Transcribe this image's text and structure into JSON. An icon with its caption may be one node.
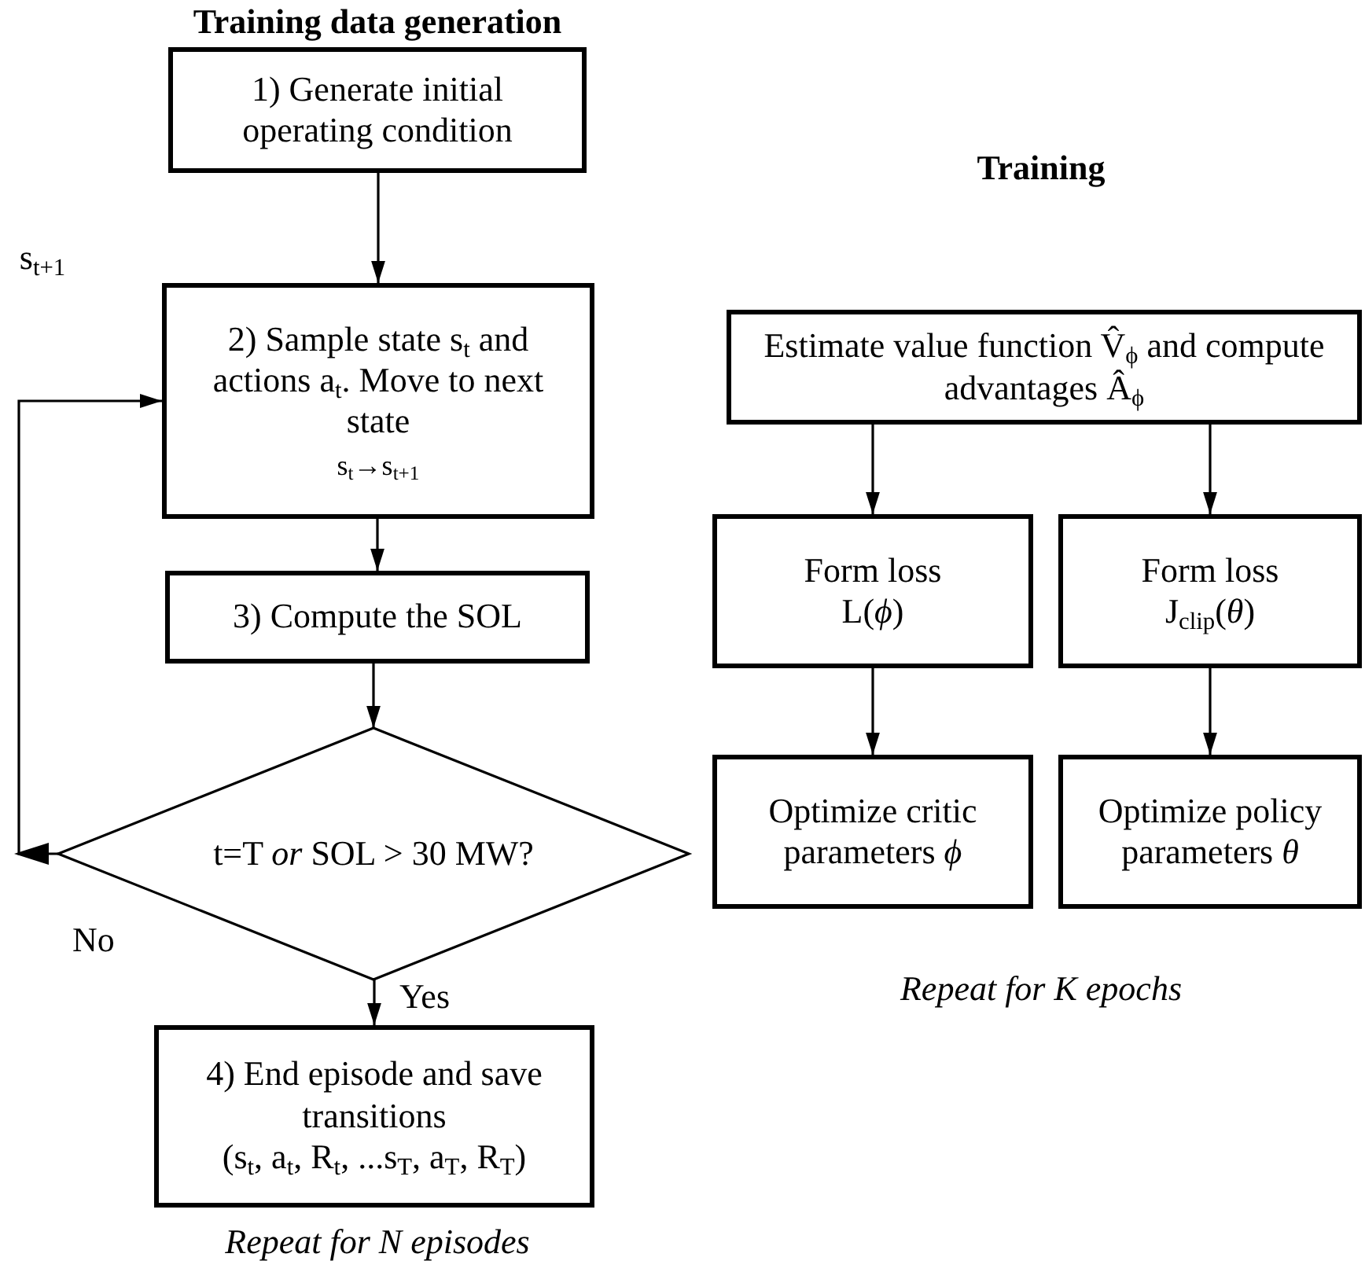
{
  "diagram": {
    "nodes": [
      {
        "text": [
          "1) Generate initial operating condition"
        ]
      },
      {
        "text": [
          "2) Sample state s$_{t}$ and actions a$_{t}$. Move to next state",
          "s$_{t}$→s$_{t+1}$"
        ]
      },
      {
        "text": [
          "3) Compute the SOL"
        ]
      },
      {
        "text": [
          "t=T *or* SOL > 30 MW?"
        ]
      },
      {
        "text": [
          "4) End episode and save transitions",
          "(s$_{t}$, a$_{t}$, R$_{t}$, ...s$_{T}$, a$_{T}$, R$_{T}$)"
        ]
      },
      {
        "text": [
          "Estimate value function V̂$_{ϕ}$ and compute advantages Â$_{ϕ}$"
        ]
      },
      {
        "text": [
          "Form loss L(*ϕ*)"
        ]
      },
      {
        "text": [
          "Form loss J$_{clip}$(*θ*)"
        ]
      },
      {
        "text": [
          "Optimize critic parameters *ϕ*"
        ]
      },
      {
        "text": [
          "Optimize policy parameters *θ*"
        ]
      }
    ],
    "edges": [
      {
        "from": 0,
        "to": 1,
        "arrow": "to"
      },
      {
        "from": 1,
        "to": 2,
        "arrow": "to"
      },
      {
        "from": 2,
        "to": 3,
        "arrow": "to"
      },
      {
        "from": 3,
        "to": 4,
        "arrow": "to",
        "label": "Yes"
      },
      {
        "from": 3,
        "to": 1,
        "arrow": "to",
        "label": "No"
      },
      {
        "from": 5,
        "to": 6,
        "arrow": "to"
      },
      {
        "from": 5,
        "to": 7,
        "arrow": "to"
      },
      {
        "from": 6,
        "to": 8,
        "arrow": "to"
      },
      {
        "from": 7,
        "to": 9,
        "arrow": "to"
      }
    ],
    "labels": [
      "Training data generation",
      "Training",
      "s$_{t+1}$",
      "Repeat for N episodes",
      "Repeat for K epochs"
    ]
  }
}
